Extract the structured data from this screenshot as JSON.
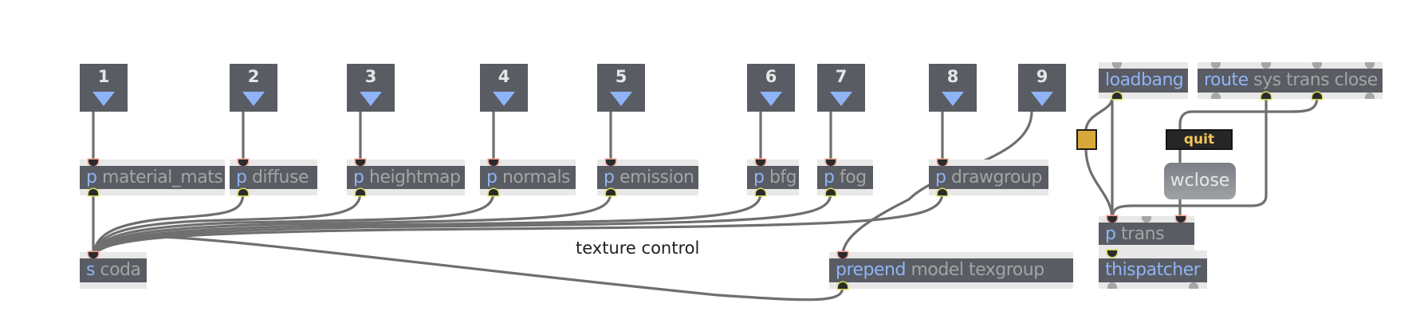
{
  "patcher": {
    "inlets": [
      {
        "label": "1"
      },
      {
        "label": "2"
      },
      {
        "label": "3"
      },
      {
        "label": "4"
      },
      {
        "label": "5"
      },
      {
        "label": "6"
      },
      {
        "label": "7"
      },
      {
        "label": "8"
      },
      {
        "label": "9"
      }
    ],
    "subpatchers": [
      {
        "keyword": "p",
        "name": "material_mats"
      },
      {
        "keyword": "p",
        "name": "diffuse"
      },
      {
        "keyword": "p",
        "name": "heightmap"
      },
      {
        "keyword": "p",
        "name": "normals"
      },
      {
        "keyword": "p",
        "name": "emission"
      },
      {
        "keyword": "p",
        "name": "bfg"
      },
      {
        "keyword": "p",
        "name": "fog"
      },
      {
        "keyword": "p",
        "name": "drawgroup"
      }
    ],
    "send": {
      "keyword": "s",
      "name": "coda"
    },
    "prepend": {
      "keyword": "prepend",
      "args": "model texgroup"
    },
    "comment": "texture control",
    "loadbang": {
      "keyword": "loadbang"
    },
    "route": {
      "keyword": "route",
      "args": "sys trans close"
    },
    "message_quit": "quit",
    "button_wclose": "wclose",
    "trans": {
      "keyword": "p",
      "name": "trans"
    },
    "thispatcher": {
      "keyword": "thispatcher"
    },
    "toggle_color": "#d8a83a",
    "accent_color": "#8eb4f7"
  }
}
